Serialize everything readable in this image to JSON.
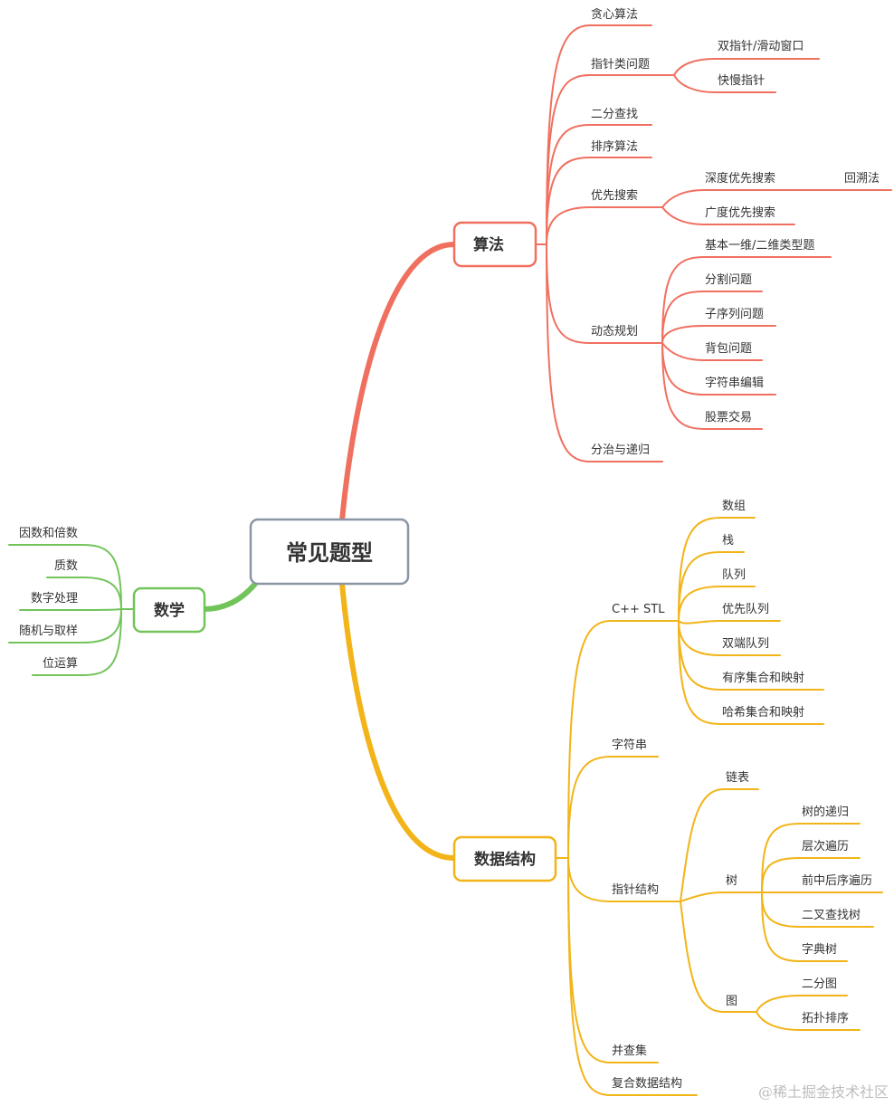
{
  "colors": {
    "algo": "#f07060",
    "ds": "#f2b418",
    "math": "#72c45a",
    "root": "#8a96a4"
  },
  "root": {
    "label": "常见题型"
  },
  "algo": {
    "label": "算法",
    "items": {
      "greedy": "贪心算法",
      "pointer": "指针类问题",
      "two_pointer": "双指针/滑动窗口",
      "fast_slow": "快慢指针",
      "binary_search": "二分查找",
      "sort": "排序算法",
      "search": "优先搜索",
      "dfs": "深度优先搜索",
      "backtrack": "回溯法",
      "bfs": "广度优先搜索",
      "dp": "动态规划",
      "dp_basic": "基本一维/二维类型题",
      "dp_split": "分割问题",
      "dp_subseq": "子序列问题",
      "dp_knapsack": "背包问题",
      "dp_edit": "字符串编辑",
      "dp_stock": "股票交易",
      "divide": "分治与递归"
    }
  },
  "ds": {
    "label": "数据结构",
    "items": {
      "stl": "C++ STL",
      "array": "数组",
      "stack": "栈",
      "queue": "队列",
      "pq": "优先队列",
      "deque": "双端队列",
      "ordered": "有序集合和映射",
      "hash": "哈希集合和映射",
      "string": "字符串",
      "pointer_struct": "指针结构",
      "linked_list": "链表",
      "tree": "树",
      "tree_rec": "树的递归",
      "tree_level": "层次遍历",
      "tree_order": "前中后序遍历",
      "bst": "二叉查找树",
      "trie": "字典树",
      "graph": "图",
      "bipartite": "二分图",
      "topo": "拓扑排序",
      "union_find": "并查集",
      "composite": "复合数据结构"
    }
  },
  "math": {
    "label": "数学",
    "items": {
      "factors": "因数和倍数",
      "prime": "质数",
      "digits": "数字处理",
      "random": "随机与取样",
      "bits": "位运算"
    }
  },
  "watermark": "@稀土掘金技术社区"
}
